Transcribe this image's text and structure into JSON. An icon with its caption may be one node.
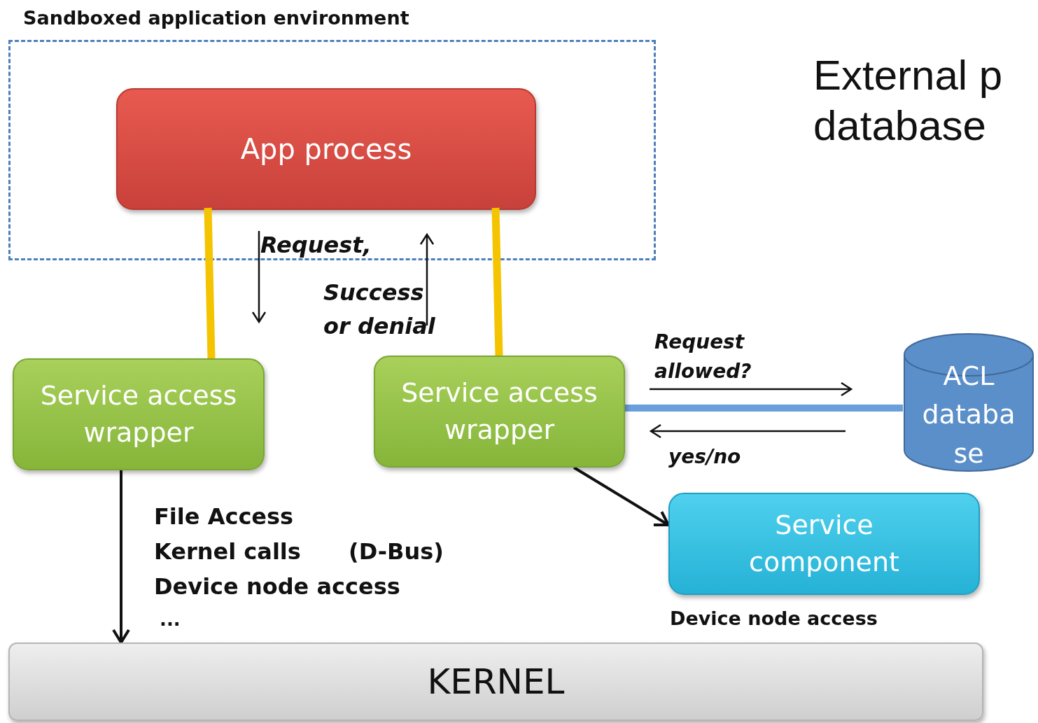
{
  "diagram": {
    "nodes": [
      {
        "text": [
          "Sandboxed application environment"
        ]
      },
      {
        "text": [
          "App process"
        ],
        "in": 0
      },
      {
        "text": [
          "Service access wrapper"
        ]
      },
      {
        "text": [
          "Service access wrapper"
        ]
      },
      {
        "text": [
          "ACL databa se"
        ]
      },
      {
        "text": [
          "Service component"
        ],
        "beside": [
          "Device node access"
        ]
      },
      {
        "text": [
          "KERNEL"
        ]
      }
    ],
    "edges": [
      {
        "from": 1,
        "to": 2,
        "arrow": "none",
        "color": "#f5c400"
      },
      {
        "from": 1,
        "to": 3,
        "arrow": "none",
        "color": "#f5c400"
      },
      {
        "from": 3,
        "to": 4,
        "arrow": "none",
        "color": "#6a9fdc"
      },
      {
        "from": 3,
        "to": 5,
        "arrow": "to",
        "color": "#111111"
      },
      {
        "from": 2,
        "to": 6,
        "arrow": "to",
        "color": "#111111"
      }
    ],
    "labels": [
      "Request,",
      "Success or denial",
      "Request allowed?",
      "yes/no",
      "File Access",
      "Kernel calls",
      "(D-Bus)",
      "Device node access",
      "...",
      "External p database"
    ]
  }
}
